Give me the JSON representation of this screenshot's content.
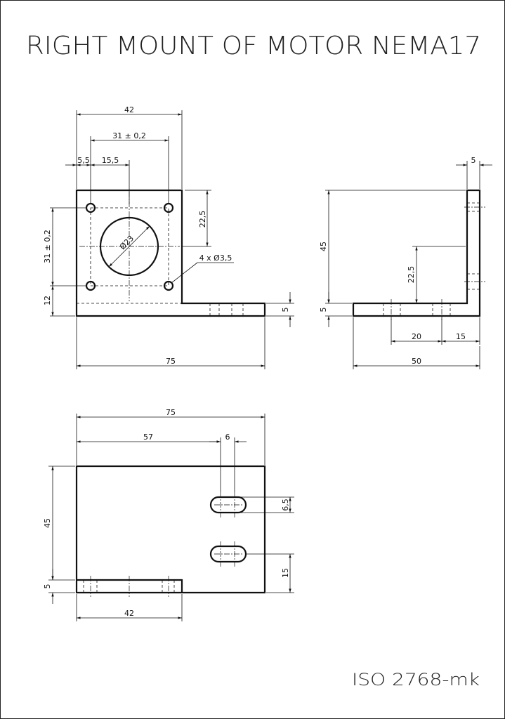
{
  "title": "RIGHT MOUNT OF MOTOR NEMA17",
  "standard": "ISO 2768-mk",
  "front_view": {
    "dim_width_top": "42",
    "dim_hole_spacing": "31 ± 0,2",
    "dim_edge_offset": "5,5",
    "dim_center_offset": "15,5",
    "dim_center_height": "22,5",
    "dim_vertical_spacing": "31 ± 0,2",
    "dim_base_height": "12",
    "dim_hole_callout": "4 x Ø3,5",
    "dim_bore": "Ø23",
    "dim_plate_thickness": "5",
    "dim_total_length": "75"
  },
  "side_view": {
    "dim_wall_thickness": "5",
    "dim_height": "45",
    "dim_base_thickness": "5",
    "dim_hole_height": "22,5",
    "dim_slot_spacing": "20",
    "dim_slot_edge": "15",
    "dim_depth": "50"
  },
  "top_view": {
    "dim_total_length": "75",
    "dim_slot_position": "57",
    "dim_slot_width": "6",
    "dim_height": "45",
    "dim_slot_length": "6,5",
    "dim_slot_offset": "15",
    "dim_wall_thickness": "5",
    "dim_wall_length": "42"
  }
}
